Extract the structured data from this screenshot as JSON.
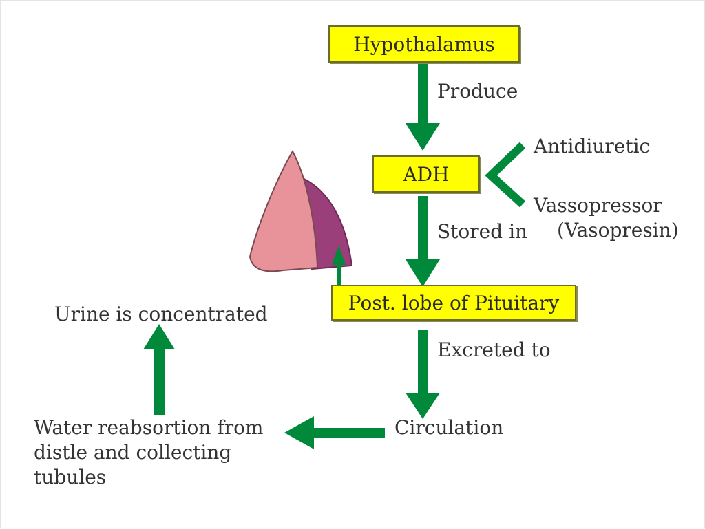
{
  "colors": {
    "arrow": "#00893a",
    "box_fill": "#ffff00",
    "text": "#333333",
    "gland_front": "#e8929a",
    "gland_back": "#9a3f7a"
  },
  "nodes": {
    "hypothalamus": "Hypothalamus",
    "adh": "ADH",
    "post_lobe": "Post. lobe of Pituitary",
    "circulation": "Circulation",
    "urine": "Urine is concentrated",
    "water_lines": [
      "Water reabsortion from",
      "distle and collecting",
      "tubules"
    ]
  },
  "edge_labels": {
    "produce": "Produce",
    "stored_in": "Stored in",
    "excreted_to": "Excreted to"
  },
  "adh_types": {
    "antidiuretic": "Antidiuretic",
    "vassopressor": "Vassopressor",
    "vasopresin": "(Vasopresin)"
  },
  "icons": [
    "pituitary-gland-icon"
  ]
}
